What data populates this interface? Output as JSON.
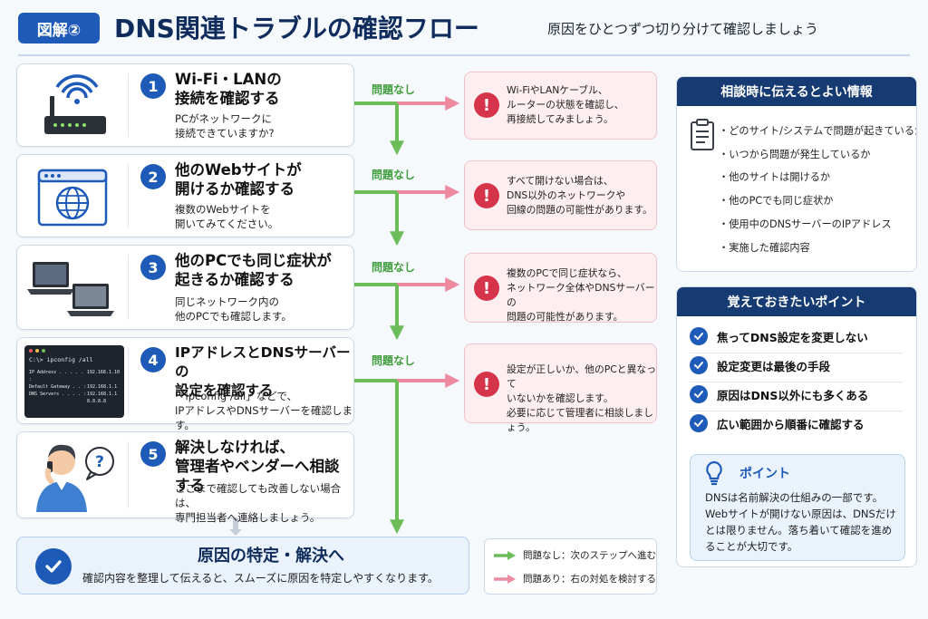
{
  "header": {
    "badge": "図解②",
    "title": "DNS関連トラブルの確認フロー",
    "subtitle": "原因をひとつずつ切り分けて確認しましょう"
  },
  "steps": [
    {
      "number": "1",
      "title": "Wi-Fi・LANの\n接続を確認する",
      "desc": "PCがネットワークに\n接続できていますか?",
      "illustration": "router-icon"
    },
    {
      "number": "2",
      "title": "他のWebサイトが\n開けるか確認する",
      "desc": "複数のWebサイトを\n開いてみてください。",
      "illustration": "browser-globe-icon"
    },
    {
      "number": "3",
      "title": "他のPCでも同じ症状が\n起きるか確認する",
      "desc": "同じネットワーク内の\n他のPCでも確認します。",
      "illustration": "laptops-icon"
    },
    {
      "number": "4",
      "title": "IPアドレスとDNSサーバーの\n設定を確認する",
      "desc": "「ipconfig /all」などで、\nIPアドレスやDNSサーバーを確認します。",
      "illustration": "terminal-icon"
    },
    {
      "number": "5",
      "title": "解決しなければ、\n管理者やベンダーへ相談する",
      "desc": "ここまで確認しても改善しない場合は、\n専門担当者へ連絡しましょう。",
      "illustration": "person-phone-icon"
    }
  ],
  "terminal": {
    "prompt": "C:\\> ipconfig /all",
    "lines": [
      {
        "label": "IP Address . . . . . :",
        "value": "192.168.1.10"
      },
      {
        "label": "Default Gateway . . :",
        "value": "192.168.1.1"
      },
      {
        "label": "DNS Servers . . . . :",
        "value": "192.168.1.1"
      },
      {
        "label": "",
        "value": "8.8.8.8"
      }
    ]
  },
  "ok_label": "問題なし",
  "issues": [
    "Wi-FiやLANケーブル、\nルーターの状態を確認し、\n再接続してみましょう。",
    "すべて開けない場合は、\nDNS以外のネットワークや\n回線の問題の可能性があります。",
    "複数のPCで同じ症状なら、\nネットワーク全体やDNSサーバーの\n問題の可能性があります。",
    "設定が正しいか、他のPCと異なって\nいないかを確認します。\n必要に応じて管理者に相談しましょう。"
  ],
  "result": {
    "title": "原因の特定・解決へ",
    "desc": "確認内容を整理して伝えると、スムーズに原因を特定しやすくなります。"
  },
  "legend": {
    "ok": "問題なし：次のステップへ進む",
    "ng": "問題あり：右の対処を検討する"
  },
  "info_panel": {
    "title": "相談時に伝えるとよい情報",
    "items": [
      "どのサイト/システムで問題が起きているか",
      "いつから問題が発生しているか",
      "他のサイトは開けるか",
      "他のPCでも同じ症状か",
      "使用中のDNSサーバーのIPアドレス",
      "実施した確認内容"
    ]
  },
  "points_panel": {
    "title": "覚えておきたいポイント",
    "items": [
      "焦ってDNS設定を変更しない",
      "設定変更は最後の手段",
      "原因はDNS以外にも多くある",
      "広い範囲から順番に確認する"
    ],
    "tip_title": "ポイント",
    "tip_text": "DNSは名前解決の仕組みの一部です。Webサイトが開けない原因は、DNSだけとは限りません。落ち着いて確認を進めることが大切です。"
  },
  "colors": {
    "primary": "#1e5bb8",
    "navy": "#163a72",
    "ok_arrow": "#6cbc5a",
    "ng_arrow": "#ee8aa0",
    "issue_bg": "#fdeef0"
  }
}
